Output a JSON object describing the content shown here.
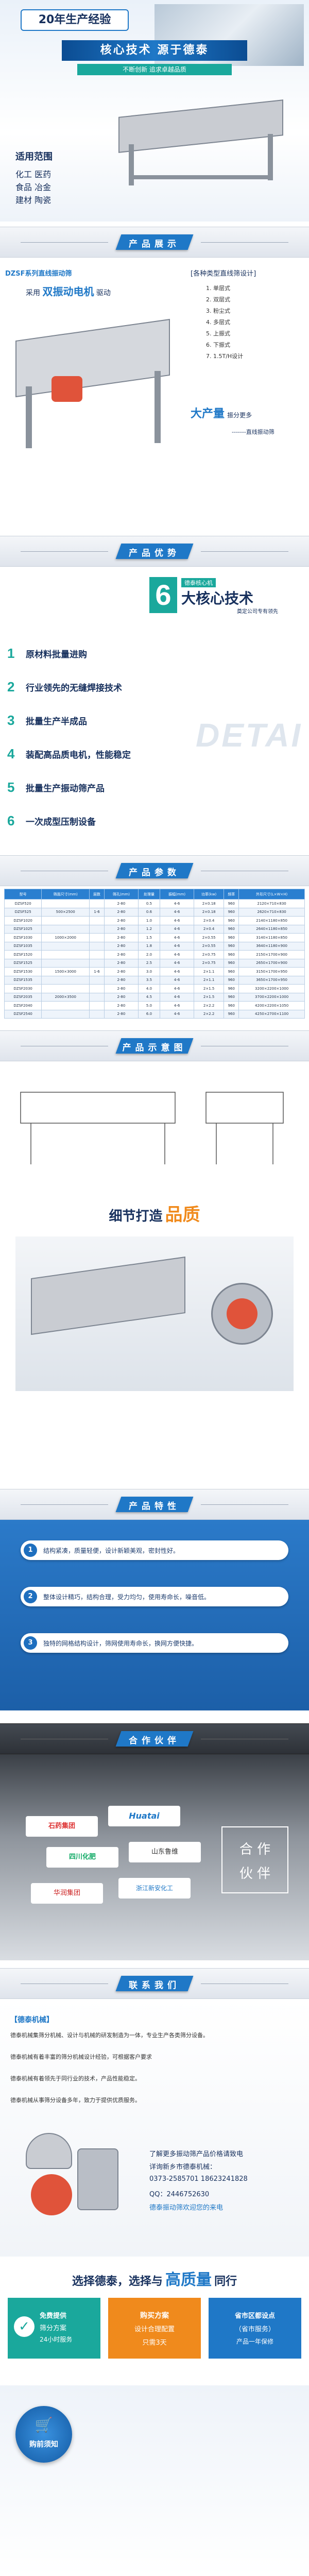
{
  "colors": {
    "accent": "#1f78c7",
    "teal": "#1aa89c",
    "navy": "#17305d",
    "orange": "#f08a1c",
    "green": "#4aa63a"
  },
  "hero": {
    "badge": "20年生产经验",
    "banner": "核心技术 源于德泰",
    "sub": "不断创新  追求卓越品质",
    "apply_title": "适用范围",
    "apply_line1": "化工  医药",
    "apply_line2": "食品  冶金",
    "apply_line3": "建材  陶瓷"
  },
  "section1": {
    "title": "产品展示",
    "series": "DZSF系列直线振动筛",
    "motor_prefix": "采用",
    "motor_strong": "双振动电机",
    "motor_suffix": "驱动",
    "options_title": "[各种类型直线筛设计]",
    "options": [
      "1. 单层式",
      "2. 双层式",
      "3. 粉尘式",
      "4. 多层式",
      "5. 上振式",
      "6. 下振式",
      "7. 1.5T/H设计"
    ],
    "capacity_prefix": "大产量",
    "capacity_suffix": "振分更多",
    "footer": "-------直线振动筛"
  },
  "section2": {
    "title": "产品优势",
    "num_badge": "6",
    "tech_small": "德泰核心机",
    "tech_big": "大核心技术",
    "tech_note": "奠定公司专有领先",
    "items": [
      {
        "num": "1",
        "label": "原材料批量进购"
      },
      {
        "num": "2",
        "label": "行业领先的无缝焊接技术"
      },
      {
        "num": "3",
        "label": "批量生产半成品"
      },
      {
        "num": "4",
        "label": "装配高品质电机，性能稳定"
      },
      {
        "num": "5",
        "label": "批量生产振动筛产品"
      },
      {
        "num": "6",
        "label": "一次成型压制设备"
      }
    ],
    "watermark": "DETAI"
  },
  "section3": {
    "title": "产品参数",
    "headers": [
      "型号",
      "筛面尺寸(mm)",
      "层数",
      "筛孔(mm)",
      "处理量",
      "振幅(mm)",
      "功率(kw)",
      "频率",
      "外形尺寸(L×W×H)"
    ],
    "rows": [
      [
        "DZSF520",
        "",
        "",
        "2-80",
        "0.5",
        "4-6",
        "2×0.18",
        "960",
        "2120×710×830"
      ],
      [
        "DZSF525",
        "500×2500",
        "1-6",
        "2-80",
        "0.6",
        "4-6",
        "2×0.18",
        "960",
        "2620×710×830"
      ],
      [
        "DZSF1020",
        "",
        "",
        "2-80",
        "1.0",
        "4-6",
        "2×0.4",
        "960",
        "2140×1180×850"
      ],
      [
        "DZSF1025",
        "",
        "",
        "2-80",
        "1.2",
        "4-6",
        "2×0.4",
        "960",
        "2640×1180×850"
      ],
      [
        "DZSF1030",
        "1000×2000",
        "",
        "2-80",
        "1.5",
        "4-6",
        "2×0.55",
        "960",
        "3140×1180×850"
      ],
      [
        "DZSF1035",
        "",
        "",
        "2-80",
        "1.8",
        "4-6",
        "2×0.55",
        "960",
        "3640×1180×900"
      ],
      [
        "DZSF1520",
        "",
        "",
        "2-80",
        "2.0",
        "4-6",
        "2×0.75",
        "960",
        "2150×1700×900"
      ],
      [
        "DZSF1525",
        "",
        "",
        "2-80",
        "2.5",
        "4-6",
        "2×0.75",
        "960",
        "2650×1700×900"
      ],
      [
        "DZSF1530",
        "1500×3000",
        "1-6",
        "2-80",
        "3.0",
        "4-6",
        "2×1.1",
        "960",
        "3150×1700×950"
      ],
      [
        "DZSF1535",
        "",
        "",
        "2-80",
        "3.5",
        "4-6",
        "2×1.1",
        "960",
        "3650×1700×950"
      ],
      [
        "DZSF2030",
        "",
        "",
        "2-80",
        "4.0",
        "4-6",
        "2×1.5",
        "960",
        "3200×2200×1000"
      ],
      [
        "DZSF2035",
        "2000×3500",
        "",
        "2-80",
        "4.5",
        "4-6",
        "2×1.5",
        "960",
        "3700×2200×1000"
      ],
      [
        "DZSF2040",
        "",
        "",
        "2-80",
        "5.0",
        "4-6",
        "2×2.2",
        "960",
        "4200×2200×1050"
      ],
      [
        "DZSF2540",
        "",
        "",
        "2-80",
        "6.0",
        "4-6",
        "2×2.2",
        "960",
        "4250×2700×1100"
      ]
    ]
  },
  "section4": {
    "title": "产品示意图",
    "detail_prefix": "细节打造",
    "detail_strong": "品质"
  },
  "section5": {
    "title": "产品特性",
    "items": [
      {
        "num": "1",
        "text": "结构紧凑，质量轻便，设计新颖美观，密封性好。"
      },
      {
        "num": "2",
        "text": "整体设计精巧，结构合理，受力均匀，使用寿命长，噪音低。"
      },
      {
        "num": "3",
        "text": "独特的网格结构设计，筛网使用寿命长，换网方便快捷。"
      }
    ]
  },
  "section6": {
    "title": "合作伙伴",
    "partners": [
      "石药集团",
      "Huatai",
      "四川化肥",
      "山东鲁维",
      "华润集团",
      "浙江新安化工"
    ],
    "cooperate1": "合 作",
    "cooperate2": "伙 伴"
  },
  "section7": {
    "title": "联系我们",
    "company": "【德泰机械】",
    "paras": [
      "德泰机械集筛分机械、设计与机械的研发制造为一体，专业生产各类筛分设备。",
      "德泰机械有着丰富的筛分机械设计经验，可根据客户要求",
      "德泰机械有着领先于同行业的技术，产品性能稳定。",
      "德泰机械从事筛分设备多年，致力于提供优质服务。"
    ],
    "contact_lead": "了解更多振动筛产品价格请致电",
    "contact_lead2": "详询新乡市德泰机械：",
    "tel": "0373-2585701  18623241828",
    "qq": "QQ：2446752630",
    "web": "德泰振动筛欢迎您的来电"
  },
  "slogan": {
    "part1": "选择德泰，选择与",
    "part2": "高质量",
    "part3": "同行"
  },
  "services": [
    {
      "line1": "免费提供",
      "line2": "筛分方案",
      "line3": "24小时服务"
    },
    {
      "line1": "购买方案",
      "line2": "设计合理配置",
      "line3": "只需3天"
    },
    {
      "line1": "省市区都设点",
      "line2": "（省市服务）",
      "line3": "产品一年保修"
    }
  ],
  "buy": {
    "label": "购前须知"
  }
}
